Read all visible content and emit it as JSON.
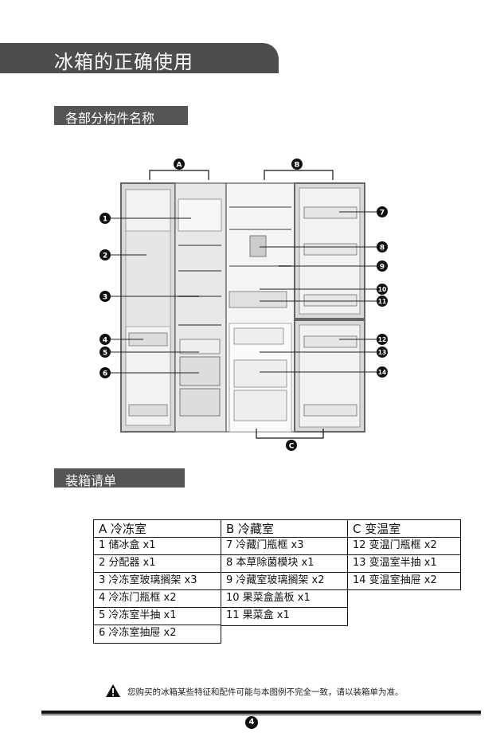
{
  "header": {
    "title": "冰箱的正确使用"
  },
  "sections": {
    "parts_title": "各部分构件名称",
    "packing_title": "装箱请单"
  },
  "diagram": {
    "zone_labels": [
      "A",
      "B",
      "C"
    ],
    "callouts": [
      "1",
      "2",
      "3",
      "4",
      "5",
      "6",
      "7",
      "8",
      "9",
      "10",
      "11",
      "12",
      "13",
      "14"
    ]
  },
  "table": {
    "columns": [
      {
        "header": "A  冷冻室",
        "items": [
          "1 储冰盒 x1",
          "2 分配器 x1",
          "3 冷冻室玻璃搁架 x3",
          "4 冷冻门瓶框 x2",
          "5 冷冻室半抽 x1",
          "6 冷冻室抽屉 x2"
        ]
      },
      {
        "header": "B  冷藏室",
        "items": [
          "7 冷藏门瓶框 x3",
          "8 本草除菌模块 x1",
          "9 冷藏室玻璃搁架 x2",
          "10 果菜盒盖板 x1",
          "11 果菜盒 x1"
        ]
      },
      {
        "header": "C 变温室",
        "items": [
          "12  变温门瓶框 x2",
          "13  变温室半抽 x1",
          "14  变温室抽屉 x2"
        ]
      }
    ]
  },
  "footer": {
    "note": "您购买的冰箱某些特征和配件可能与本图例不完全一致，请以装箱单为准。",
    "page_number": "4"
  }
}
